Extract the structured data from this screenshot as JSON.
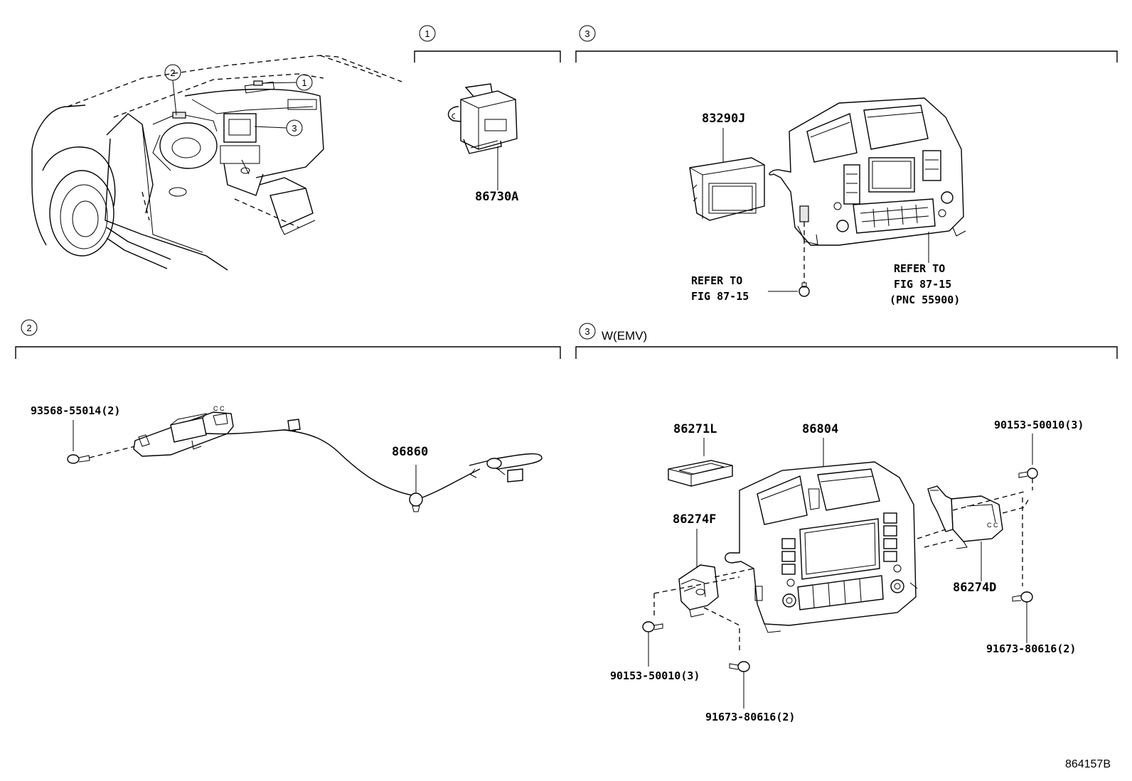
{
  "sections": {
    "s1": {
      "num": "1",
      "title": ""
    },
    "s3": {
      "num": "3",
      "title": ""
    },
    "s2": {
      "num": "2",
      "title": ""
    },
    "s3b": {
      "num": "3",
      "title": "W(EMV)"
    }
  },
  "overview": {
    "callouts": [
      "2",
      "1",
      "3"
    ]
  },
  "parts": {
    "p86730A": "86730A",
    "p83290J": "83290J",
    "p93568": "93568-55014(2)",
    "p86860": "86860",
    "p86271L": "86271L",
    "p86804": "86804",
    "p90153a": "90153-50010(3)",
    "p86274F": "86274F",
    "p86274D": "86274D",
    "p90153b": "90153-50010(3)",
    "p91673a": "91673-80616(2)",
    "p91673b": "91673-80616(2)"
  },
  "refs": {
    "left": {
      "line1": "REFER TO",
      "line2": "FIG 87-15"
    },
    "right": {
      "line1": "REFER TO",
      "line2": "FIG 87-15",
      "line3": "(PNC 55900)"
    }
  },
  "figure_id": "864157B"
}
